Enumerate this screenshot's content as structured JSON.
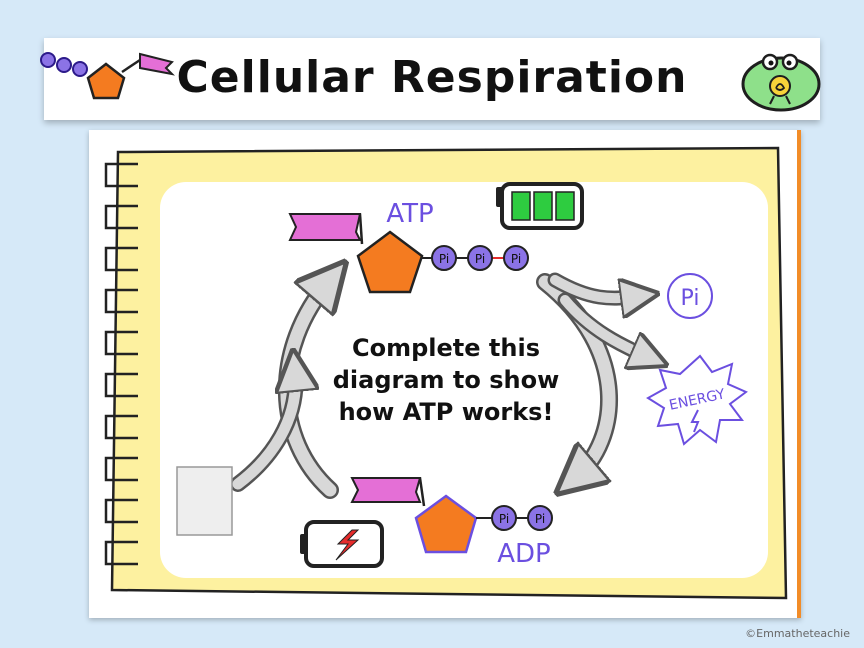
{
  "header": {
    "title": "Cellular Respiration"
  },
  "diagram": {
    "atp_label": "ATP",
    "adp_label": "ADP",
    "phosphate_label": "Pi",
    "released_phosphate_label": "Pi",
    "energy_label": "ENERGY",
    "instruction_lines": [
      "Complete this",
      "diagram to show",
      "how ATP works!"
    ]
  },
  "footer": {
    "credit": "©Emmatheteachie"
  },
  "colors": {
    "background": "#d6e9f8",
    "notebook_yellow": "#fdf1a0",
    "accent_orange": "#f28c28",
    "pentagon_orange": "#f47b20",
    "ribbon_pink": "#e46fd6",
    "phosphate_purple": "#8b73e6",
    "label_purple": "#6b4fe0",
    "battery_green": "#2ecc40",
    "battery_red": "#e52b2b",
    "arrow_gray": "#cfcfcf"
  }
}
